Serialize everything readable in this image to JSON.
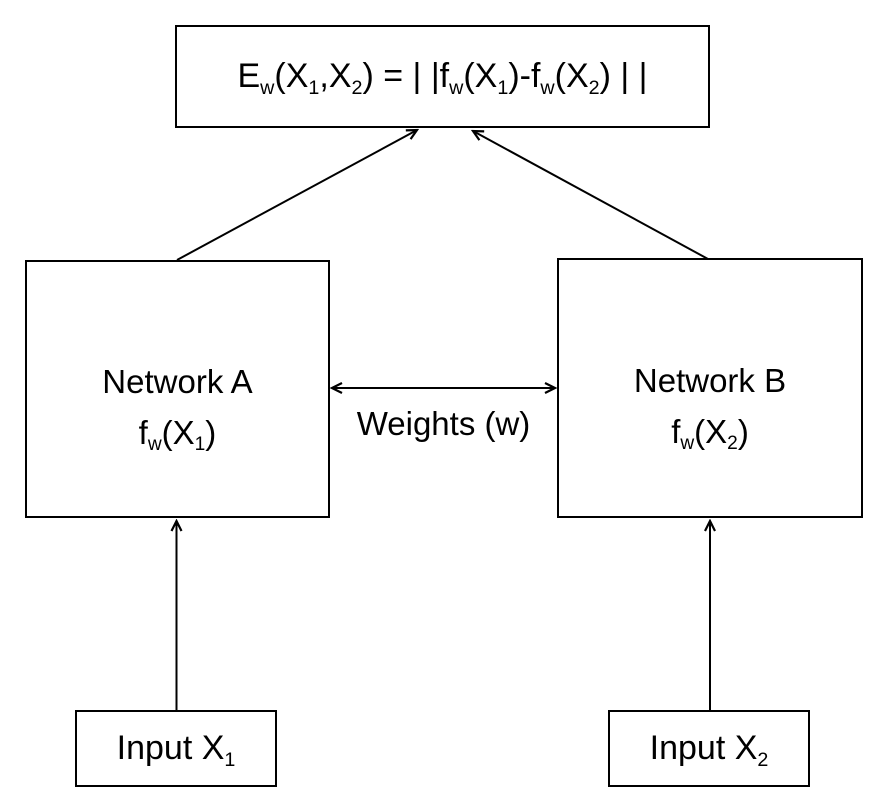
{
  "colors": {
    "stroke": "#000000",
    "background": "#ffffff"
  },
  "energy_box": {
    "formula_segments": [
      {
        "text": "E"
      },
      {
        "sub": "w"
      },
      {
        "text": "(X"
      },
      {
        "sub": "1"
      },
      {
        "text": ",X"
      },
      {
        "sub": "2"
      },
      {
        "text": ") = | |f"
      },
      {
        "sub": "w"
      },
      {
        "text": "(X"
      },
      {
        "sub": "1"
      },
      {
        "text": ")-f"
      },
      {
        "sub": "w"
      },
      {
        "text": "(X"
      },
      {
        "sub": "2"
      },
      {
        "text": ") | |"
      }
    ]
  },
  "network_a": {
    "title": "Network A",
    "formula_segments": [
      {
        "text": "f"
      },
      {
        "sub": "w"
      },
      {
        "text": "(X"
      },
      {
        "sub": "1"
      },
      {
        "text": ")"
      }
    ]
  },
  "network_b": {
    "title": "Network B",
    "formula_segments": [
      {
        "text": "f"
      },
      {
        "sub": "w"
      },
      {
        "text": "(X"
      },
      {
        "sub": "2"
      },
      {
        "text": ")"
      }
    ]
  },
  "weights": {
    "label": "Weights (w)"
  },
  "input_a": {
    "label_segments": [
      {
        "text": "Input X"
      },
      {
        "sub": "1"
      }
    ]
  },
  "input_b": {
    "label_segments": [
      {
        "text": "Input X"
      },
      {
        "sub": "2"
      }
    ]
  }
}
